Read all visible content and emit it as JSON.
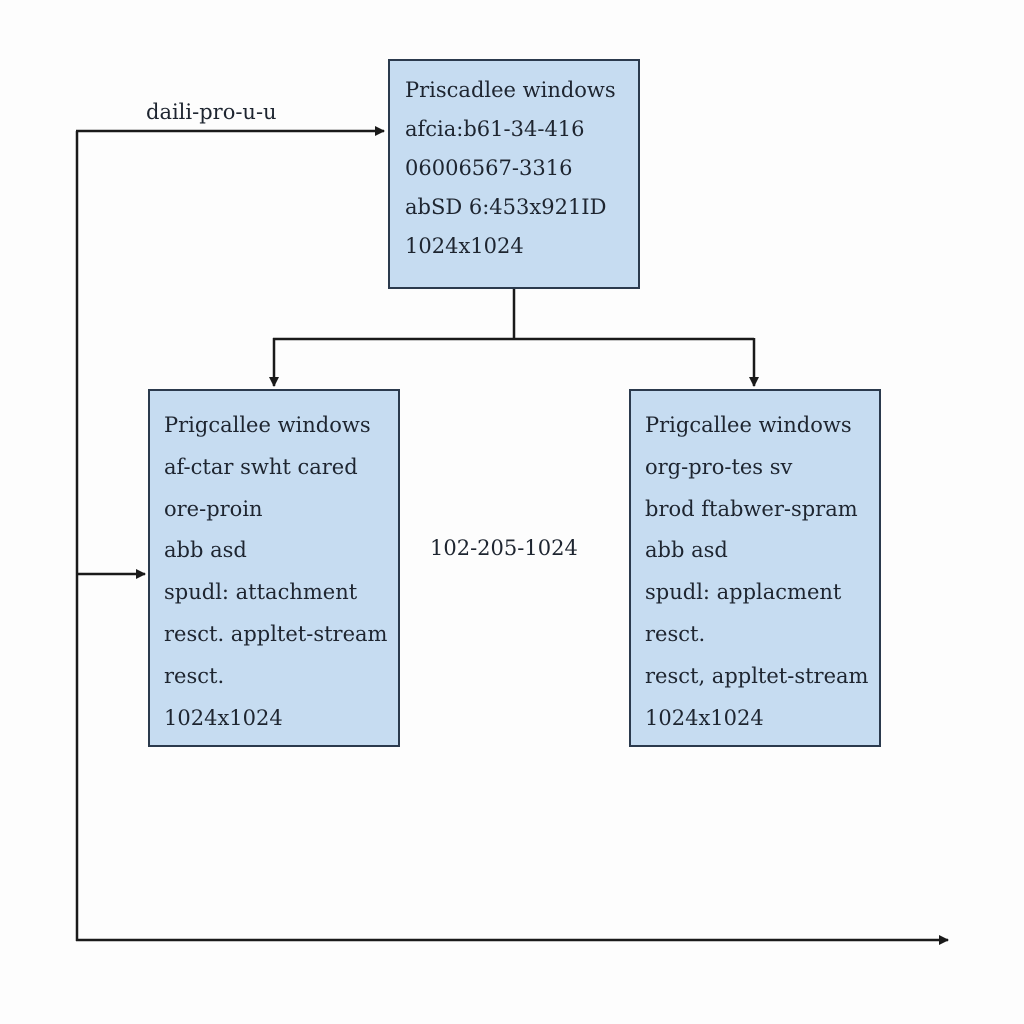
{
  "diagram": {
    "edge_label_top": "daili-pro-u-u",
    "center_label": "102-205-1024",
    "nodes": {
      "top": {
        "lines": [
          "Priscadlee windows",
          "afcia:b61-34-416",
          "06006567-3316",
          "abSD 6:453x921ID",
          "1024x1024"
        ]
      },
      "left": {
        "lines": [
          "Prigcallee windows",
          "af-ctar swht cared",
          "ore-proin",
          "abb asd",
          "spudl: attachment",
          "resct. appltet-stream",
          "resct.",
          "1024x1024"
        ]
      },
      "right": {
        "lines": [
          "Prigcallee windows",
          "org-pro-tes sv",
          "brod ftabwer-spram",
          "abb asd",
          "spudl: applacment",
          "resct.",
          "resct, appltet-stream",
          "1024x1024"
        ]
      }
    },
    "colors": {
      "box_fill": "#c6dcf1",
      "box_border": "#2b3a4d",
      "line": "#1a1a1a",
      "background": "#fdfdfd"
    }
  }
}
